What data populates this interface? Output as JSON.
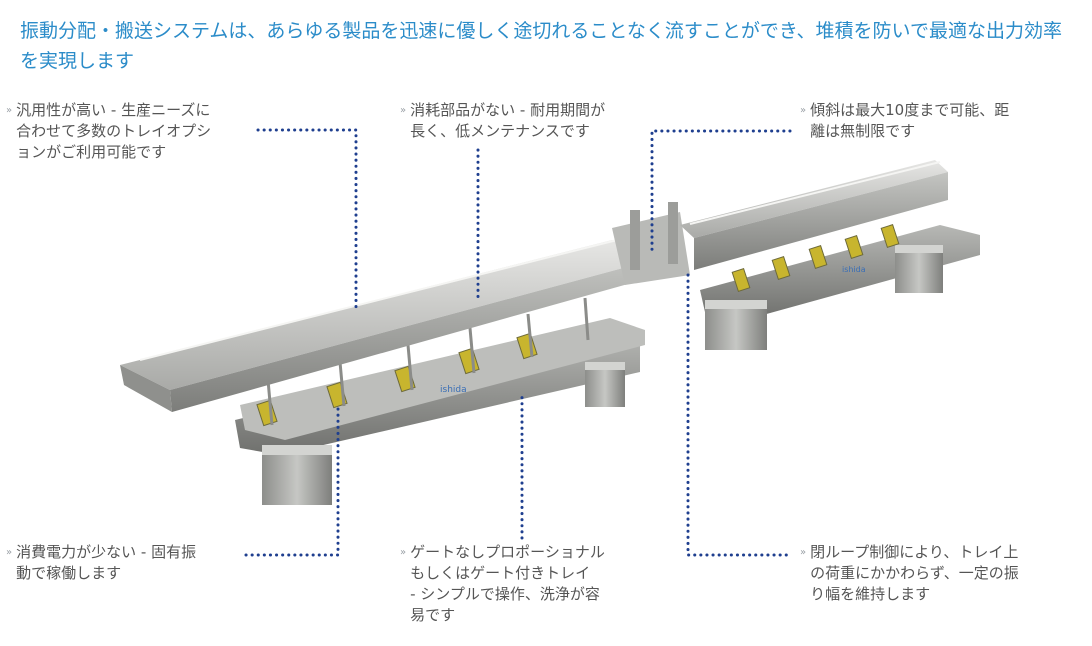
{
  "headline": "振動分配・搬送システムは、あらゆる製品を迅速に優しく途切れることなく流すことができ、堆積を防いで最適な出力効率を実現します",
  "colors": {
    "headline": "#2b8cc9",
    "leader_dots": "#1f3f8f",
    "body_text": "#555555"
  },
  "bullet_glyph": "»",
  "callouts": {
    "top_left": "汎用性が高い - 生産ニーズに\n合わせて多数のトレイオプシ\nョンがご利用可能です",
    "top_center": "消耗部品がない - 耐用期間が\n長く、低メンテナンスです",
    "top_right": "傾斜は最大10度まで可能、距\n離は無制限です",
    "bottom_left": "消費電力が少ない - 固有振\n動で稼働します",
    "bottom_center": "ゲートなしプロポーショナル\nもしくはゲート付きトレイ\n- シンプルで操作、洗浄が容\n易です",
    "bottom_right": "閉ループ制御により、トレイ上\nの荷重にかかわらず、一定の振\nり幅を維持します"
  },
  "image_logo_text": "ishida"
}
